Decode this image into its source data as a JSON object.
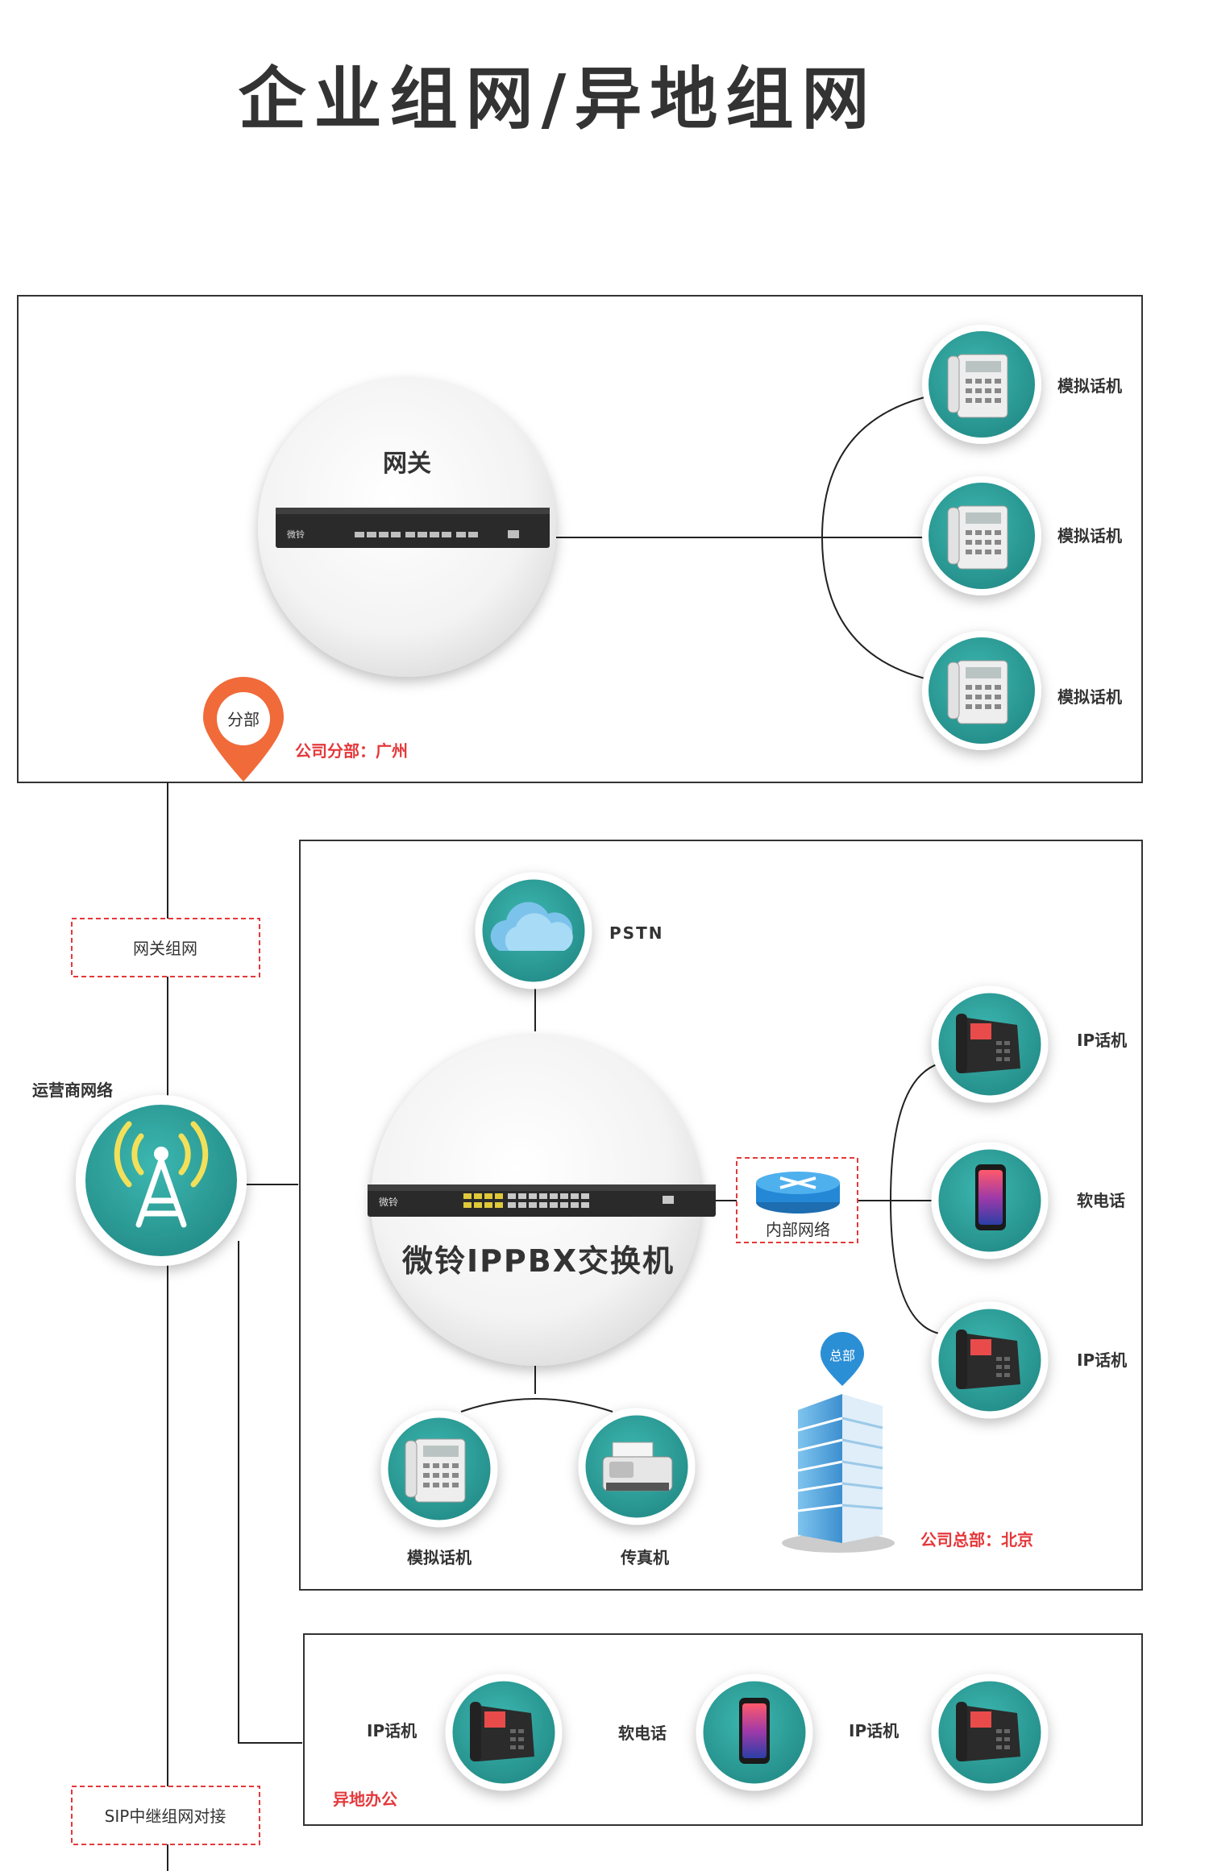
{
  "page_title": "企业组网/异地组网",
  "branch": {
    "gateway_title": "网关",
    "pin_label": "分部",
    "location_label": "公司分部：广州",
    "phones": [
      "模拟话机",
      "模拟话机",
      "模拟话机"
    ]
  },
  "left_column": {
    "gateway_network_label": "网关组网",
    "carrier_network_label": "运营商网络",
    "sip_trunk_label": "SIP中继组网对接"
  },
  "headquarters": {
    "pstn_label": "PSTN",
    "pbx_title": "微铃IPPBX交换机",
    "internal_network_label": "内部网络",
    "endpoints": [
      "IP话机",
      "软电话",
      "IP话机"
    ],
    "bottom_devices": [
      "模拟话机",
      "传真机"
    ],
    "building_badge": "总部",
    "location_label": "公司总部：北京"
  },
  "remote_office": {
    "label": "异地办公",
    "devices": [
      "IP话机",
      "软电话",
      "IP话机"
    ]
  },
  "colors": {
    "teal": "#2fa6a0",
    "accent_red": "#e5383b",
    "pin_orange": "#f06a3a",
    "cloud_blue": "#5aaedb",
    "line": "#222222"
  },
  "icons": {
    "gateway": "gateway-switch-icon",
    "analog_phone": "analog-phone-icon",
    "ip_phone": "ip-phone-icon",
    "softphone": "smartphone-icon",
    "fax": "fax-machine-icon",
    "cloud": "cloud-icon",
    "tower": "cell-tower-icon",
    "router": "router-icon",
    "building": "office-building-icon",
    "pin": "location-pin-icon"
  }
}
